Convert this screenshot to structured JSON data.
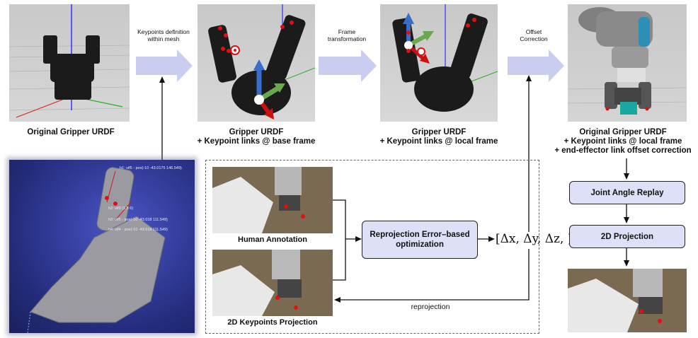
{
  "stages": {
    "original_urdf": "Original Gripper URDF",
    "base_frame_title": "Gripper URDF",
    "base_frame_sub": "+ Keypoint links @ base frame",
    "local_frame_title": "Gripper URDF",
    "local_frame_sub": "+ Keypoint links @ local frame",
    "corrected_title": "Original Gripper URDF",
    "corrected_sub1": "+ Keypoint links @ local frame",
    "corrected_sub2": "+ end-effector link offset correction"
  },
  "arrows": {
    "keypoints_def_1": "Keypoints definition",
    "keypoints_def_2": "within mesh",
    "frame_1": "Frame",
    "frame_2": "transformation",
    "offset_1": "Offset",
    "offset_2": "Correction"
  },
  "optimization": {
    "human_annotation": "Human Annotation",
    "projection_caption": "2D Keypoints Projection",
    "box_line1": "Reprojection Error–based",
    "box_line2": "optimization",
    "delta": "[Δx, Δy, Δz, ]",
    "reprojection": "reprojection"
  },
  "pipeline": {
    "joint_replay": "Joint Angle Replay",
    "projection": "2D Projection"
  },
  "mesh_labels": {
    "l1": "h1: vif5 - pos(-10 -43.0175 146.549)",
    "l2": "h2: vif3 (1.5 6)",
    "l3": "h3: vif5 - pos(-10 -43.018 111.549)",
    "l4": "h4: vif4 - pos(-10 -43.018 111.549)"
  },
  "colors": {
    "arrow_fill": "#c9cdf0",
    "box_fill": "#dde0f6",
    "keypoint": "#e01010"
  }
}
